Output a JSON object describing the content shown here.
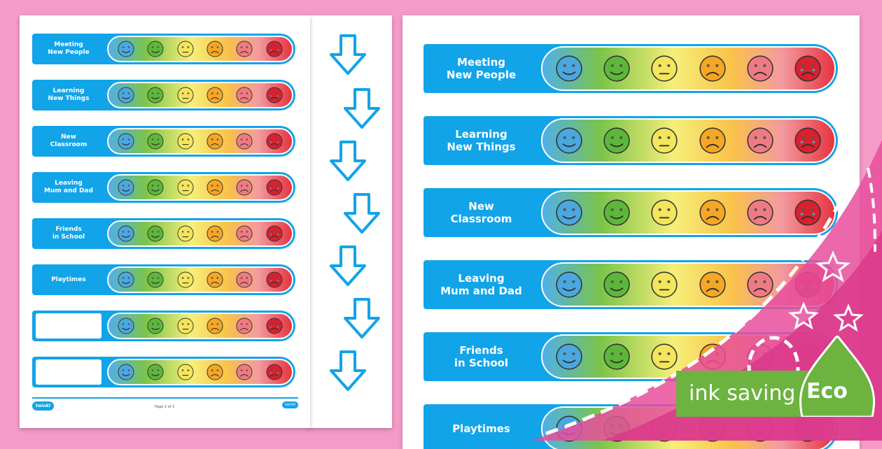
{
  "face_colors": [
    "#4aa8e0",
    "#5cb83a",
    "#f4e55a",
    "#f5a623",
    "#f07a82",
    "#d9202e"
  ],
  "face_moods": [
    "happy",
    "happy",
    "neutral",
    "sad",
    "sad",
    "crying"
  ],
  "accent": "#12a4e8",
  "left_page": {
    "rows": [
      {
        "label": "Meeting\nNew People"
      },
      {
        "label": "Learning\nNew Things"
      },
      {
        "label": "New\nClassroom"
      },
      {
        "label": "Leaving\nMum and Dad"
      },
      {
        "label": "Friends\nin School"
      },
      {
        "label": "Playtimes"
      },
      {
        "label": ""
      },
      {
        "label": ""
      }
    ],
    "footer": {
      "logo": "twinkl",
      "page": "Page 2 of 3",
      "right_logo": "twinkl"
    }
  },
  "right_page": {
    "rows": [
      {
        "label": "Meeting\nNew People"
      },
      {
        "label": "Learning\nNew Things"
      },
      {
        "label": "New\nClassroom"
      },
      {
        "label": "Leaving\nMum and Dad"
      },
      {
        "label": "Friends\nin School"
      },
      {
        "label": "Playtimes"
      }
    ]
  },
  "badge": {
    "text": "ink saving",
    "tag": "Eco",
    "color": "#6cb33f"
  }
}
